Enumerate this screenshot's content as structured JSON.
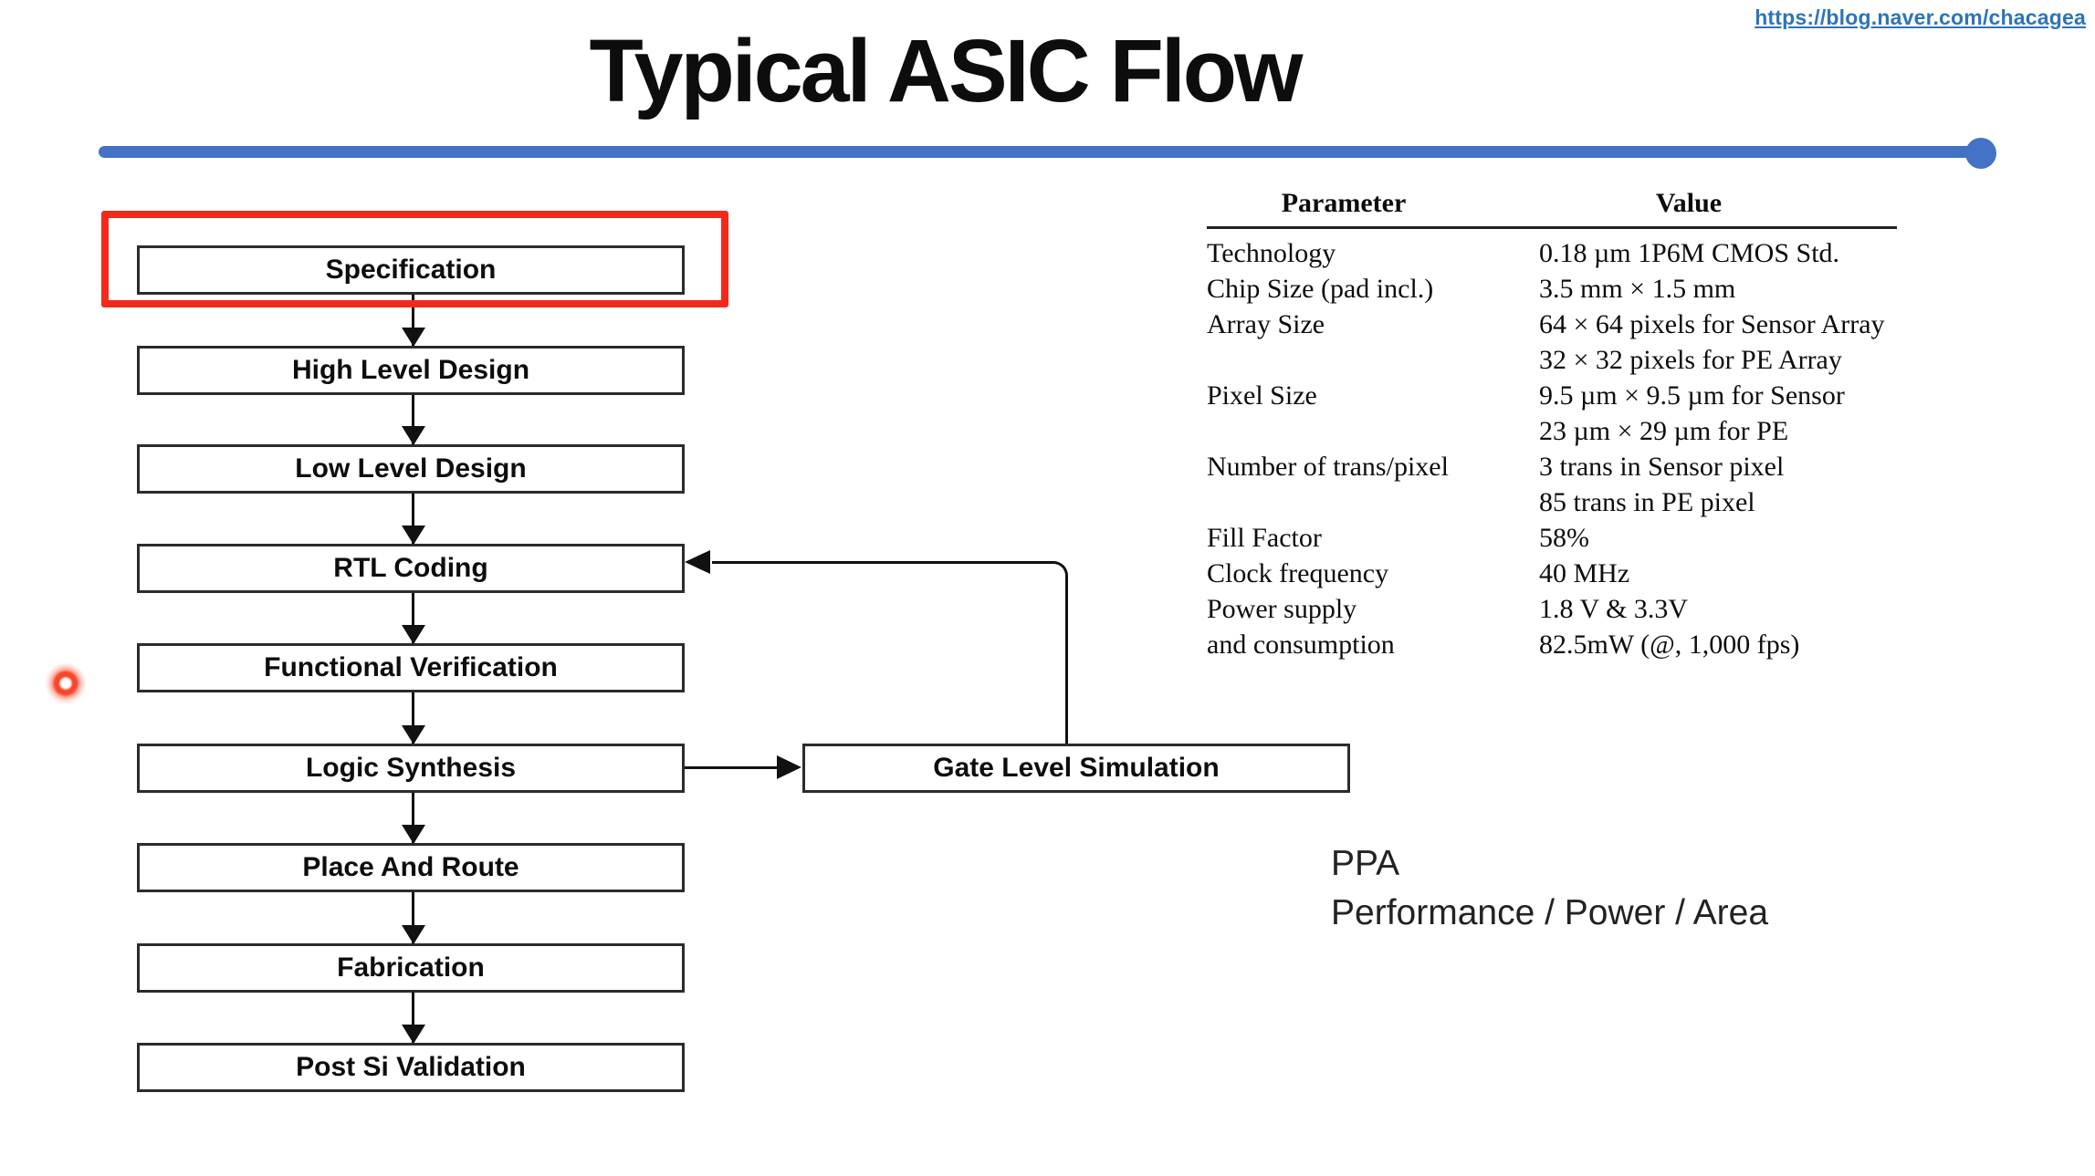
{
  "header": {
    "source_link": "https://blog.naver.com/chacagea",
    "title": "Typical ASIC Flow"
  },
  "flowchart": {
    "steps": [
      "Specification",
      "High Level Design",
      "Low Level Design",
      "RTL Coding",
      "Functional Verification",
      "Logic Synthesis",
      "Place And Route",
      "Fabrication",
      "Post Si Validation"
    ],
    "side_box": "Gate Level Simulation",
    "highlighted_step": "Specification"
  },
  "parameter_table": {
    "headers": [
      "Parameter",
      "Value"
    ],
    "rows": [
      {
        "param": "Technology",
        "values": [
          "0.18 µm 1P6M CMOS Std."
        ]
      },
      {
        "param": "Chip Size (pad incl.)",
        "values": [
          "3.5 mm × 1.5 mm"
        ]
      },
      {
        "param": "Array Size",
        "values": [
          "64 × 64 pixels for Sensor Array",
          "32 × 32 pixels for PE Array"
        ]
      },
      {
        "param": "Pixel Size",
        "values": [
          "9.5 µm × 9.5 µm for Sensor",
          "23 µm × 29 µm for PE"
        ]
      },
      {
        "param": "Number of trans/pixel",
        "values": [
          "3 trans in Sensor pixel",
          "85 trans in PE pixel"
        ]
      },
      {
        "param": "Fill Factor",
        "values": [
          "58%"
        ]
      },
      {
        "param": "Clock frequency",
        "values": [
          "40 MHz"
        ]
      },
      {
        "param": "Power supply",
        "values": [
          "1.8 V & 3.3V"
        ]
      },
      {
        "param": "and consumption",
        "values": [
          "82.5mW (@, 1,000 fps)"
        ]
      }
    ]
  },
  "annotation": {
    "acronym": "PPA",
    "expansion": "Performance / Power / Area"
  },
  "colors": {
    "accent_blue": "#4472C4",
    "link_blue": "#2E74B8",
    "highlight_red": "#F3291C"
  }
}
